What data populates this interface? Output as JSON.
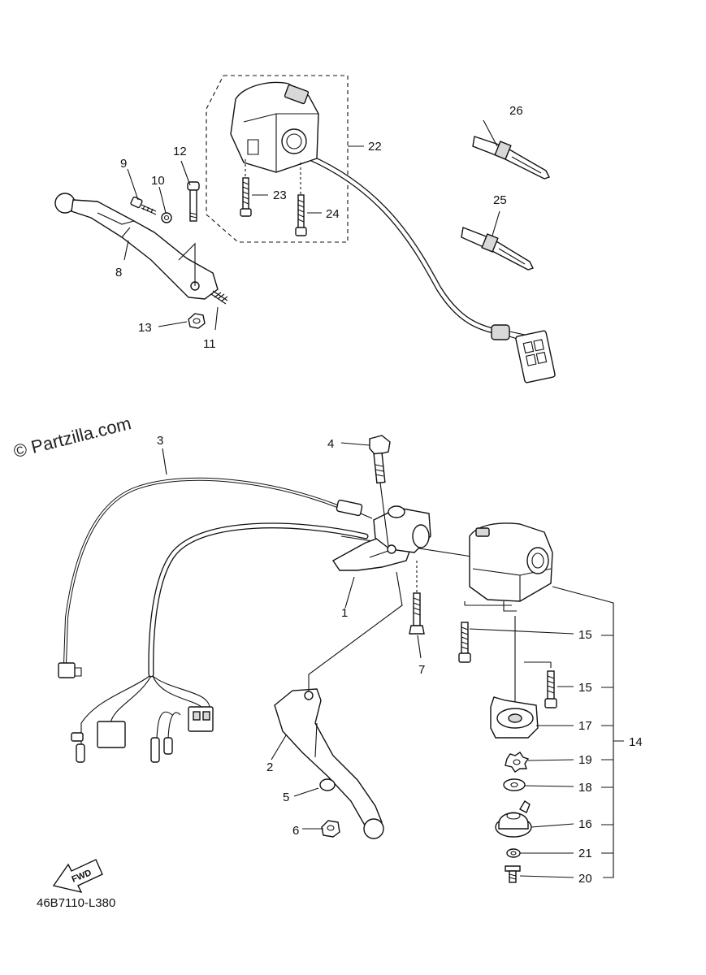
{
  "watermark": "© Partzilla.com",
  "diagram_code": "46B7110-L380",
  "fwd_label": "FWD",
  "callouts": [
    {
      "id": "1",
      "text": "1"
    },
    {
      "id": "2",
      "text": "2"
    },
    {
      "id": "3",
      "text": "3"
    },
    {
      "id": "4",
      "text": "4"
    },
    {
      "id": "5",
      "text": "5"
    },
    {
      "id": "6",
      "text": "6"
    },
    {
      "id": "7",
      "text": "7"
    },
    {
      "id": "8",
      "text": "8"
    },
    {
      "id": "9",
      "text": "9"
    },
    {
      "id": "10",
      "text": "10"
    },
    {
      "id": "11",
      "text": "11"
    },
    {
      "id": "12",
      "text": "12"
    },
    {
      "id": "13",
      "text": "13"
    },
    {
      "id": "14",
      "text": "14"
    },
    {
      "id": "15a",
      "text": "15"
    },
    {
      "id": "15b",
      "text": "15"
    },
    {
      "id": "16",
      "text": "16"
    },
    {
      "id": "17",
      "text": "17"
    },
    {
      "id": "18",
      "text": "18"
    },
    {
      "id": "19",
      "text": "19"
    },
    {
      "id": "20",
      "text": "20"
    },
    {
      "id": "21",
      "text": "21"
    },
    {
      "id": "22",
      "text": "22"
    },
    {
      "id": "23",
      "text": "23"
    },
    {
      "id": "24",
      "text": "24"
    },
    {
      "id": "25",
      "text": "25"
    },
    {
      "id": "26",
      "text": "26"
    }
  ]
}
